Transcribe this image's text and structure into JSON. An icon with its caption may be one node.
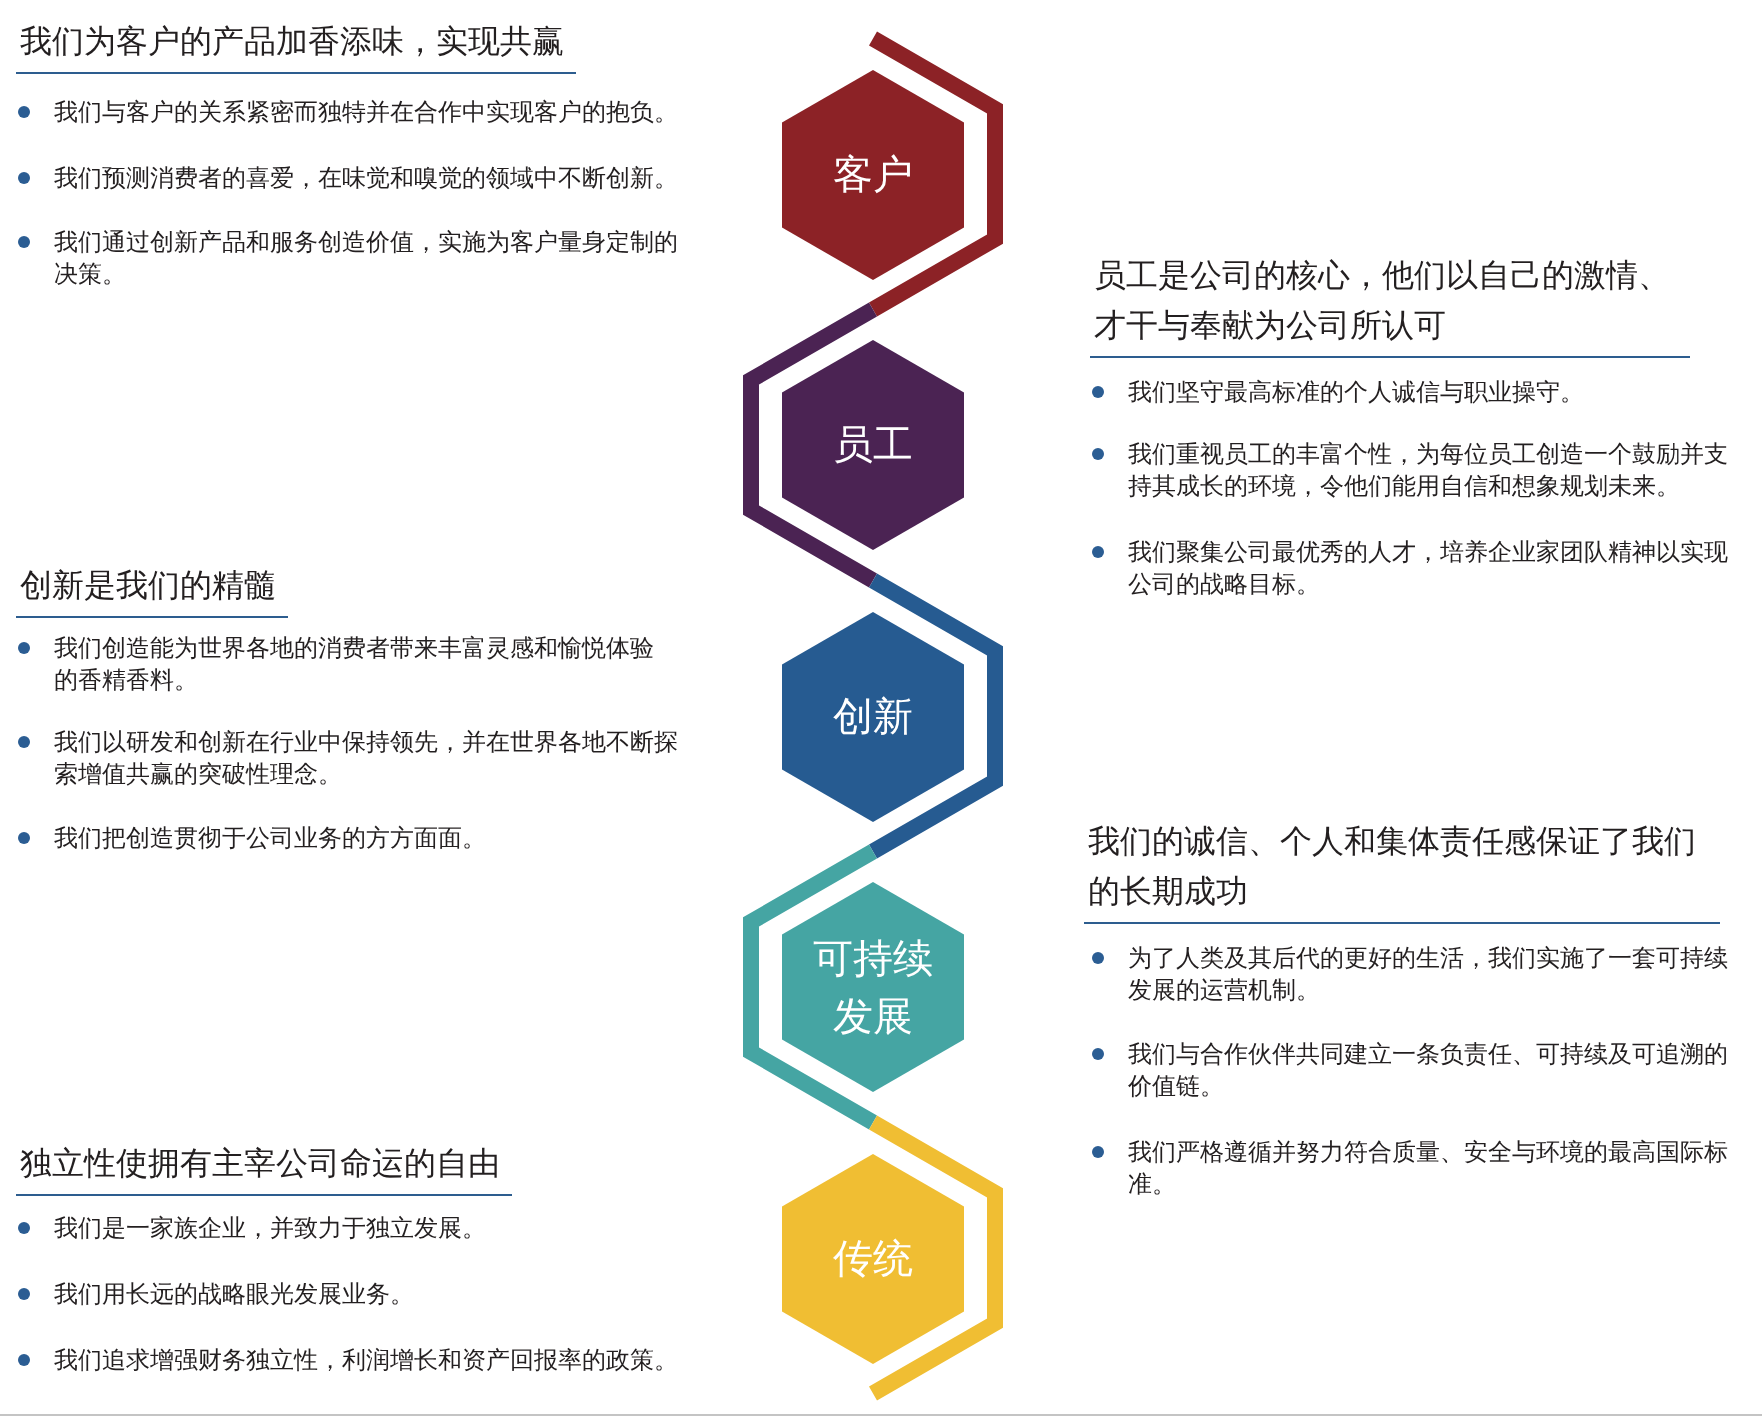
{
  "diagram": {
    "nodes": [
      {
        "text": [
          "客户"
        ]
      },
      {
        "text": [
          "员工"
        ]
      },
      {
        "text": [
          "创新"
        ]
      },
      {
        "text": [
          "可持续发展"
        ]
      },
      {
        "text": [
          "传统"
        ]
      }
    ],
    "labels": [
      "我们为客户的产品加香添味，实现共赢",
      "我们与客户的关系紧密而独特并在合作中实现客户的抱负。",
      "我们预测消费者的喜爱，在味觉和嗅觉的领域中不断创新。",
      "我们通过创新产品和服务创造价值，实施为客户量身定制的决策。",
      "员工是公司的核心，他们以自己的激情、才干与奉献为公司所认可",
      "我们坚守最高标准的个人诚信与职业操守。",
      "我们重视员工的丰富个性，为每位员工创造一个鼓励并支持其成长的环境，令他们能用自信和想象规划未来。",
      "我们聚集公司最优秀的人才，培养企业家团队精神以实现公司的战略目标。",
      "创新是我们的精髓",
      "我们创造能为世界各地的消费者带来丰富灵感和愉悦体验的香精香料。",
      "我们以研发和创新在行业中保持领先，并在世界各地不断探索增值共赢的突破性理念。",
      "我们把创造贯彻于公司业务的方方面面。",
      "我们的诚信、个人和集体责任感保证了我们的长期成功",
      "为了人类及其后代的更好的生活，我们实施了一套可持续发展的运营机制。",
      "我们与合作伙伴共同建立一条负责任、可持续及可追溯的价值链。",
      "我们严格遵循并努力符合质量、安全与环境的最高国际标准。",
      "独立性使拥有主宰公司命运的自由",
      "我们是一家族企业，并致力于独立发展。",
      "我们用长远的战略眼光发展业务。",
      "我们追求增强财务独立性，利润增长和资产回报率的政策。"
    ]
  }
}
